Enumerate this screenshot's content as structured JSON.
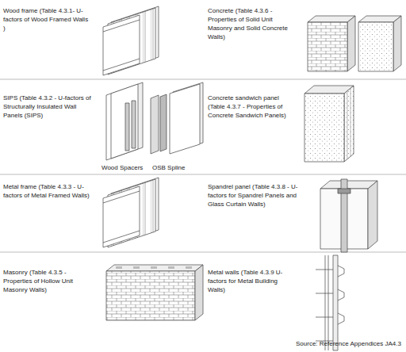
{
  "diagram": {
    "labels": [
      "Wood frame (Table 4.3.1- U-factors of Wood Framed Walls )",
      "Concrete (Table 4.3.6 - Properties of Solid Unit Masonry and Solid Concrete Walls)",
      "SIPS (Table 4.3.2 - U-factors of Structurally Insulated Wall Panels (SIPS)",
      "Concrete sandwich panel (Table 4.3.7 - Properties of Concrete Sandwich Panels)",
      "Wood Spacers",
      "OSB Spline",
      "Metal frame (Table 4.3.3 - U-factors of Metal Framed Walls)",
      "Spandrel panel (Table 4.3.8 - U-factors for Spandrel Panels and Glass Curtain Walls)",
      "Masonry (Table 4.3.5 - Properties of Hollow Unit Masonry Walls)",
      "Metal walls (Table 4.3.9 U-factors for Metal Building Walls)",
      "Source: Reference Appendices JA4.3"
    ]
  }
}
